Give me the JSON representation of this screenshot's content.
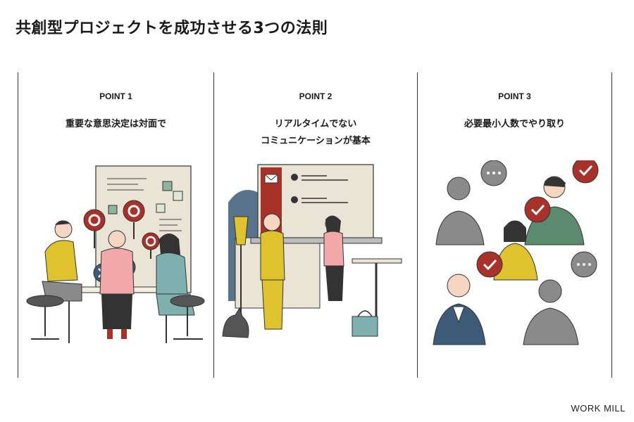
{
  "page": {
    "title": "共創型プロジェクトを成功させる3つの法則"
  },
  "points": [
    {
      "label": "POINT 1",
      "text": "重要な意思決定は対面で"
    },
    {
      "label": "POINT 2",
      "text_line1": "リアルタイムでない",
      "text_line2": "コミュニケーションが基本"
    },
    {
      "label": "POINT 3",
      "text": "必要最小人数でやり取り"
    }
  ],
  "brand": "WORK MILL",
  "colors": {
    "accent_red": "#a8312a",
    "mustard": "#e0c12e",
    "sage": "#8fb39f",
    "teal": "#7fb0b0",
    "slate": "#3d5a78",
    "panel": "#e9e4d6",
    "gray": "#8a8a8a"
  }
}
